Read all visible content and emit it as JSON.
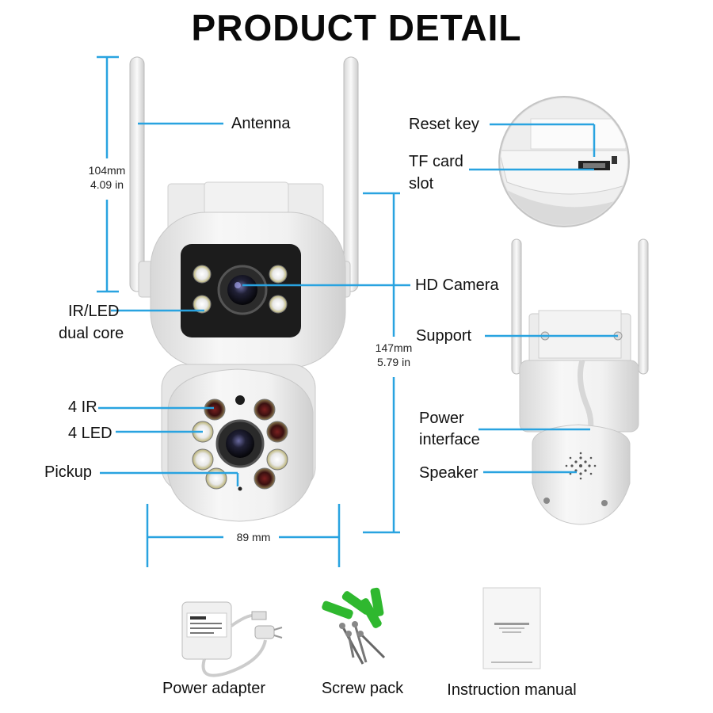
{
  "title": "PRODUCT DETAIL",
  "callouts": {
    "antenna": "Antenna",
    "ir_led_line1": "IR/LED",
    "ir_led_line2": "dual core",
    "four_ir": "4 IR",
    "four_led": "4 LED",
    "pickup": "Pickup",
    "hd_camera": "HD Camera",
    "reset_key": "Reset key",
    "tf_card_line1": "TF card",
    "tf_card_line2": "slot",
    "support": "Support",
    "power_interface_line1": "Power",
    "power_interface_line2": "interface",
    "speaker": "Speaker"
  },
  "dimensions": {
    "height_antenna_mm": "104mm",
    "height_antenna_in": "4.09 in",
    "height_body_mm": "147mm",
    "height_body_in": "5.79 in",
    "width_mm": "89 mm"
  },
  "accessories": [
    {
      "label": "Power adapter"
    },
    {
      "label": "Screw pack"
    },
    {
      "label": "Instruction manual"
    }
  ],
  "colors": {
    "callout_line": "#29a3e0",
    "body": "#eeeeee",
    "lens_panel": "#1c1c1c",
    "screw_anchor": "#2fb82f"
  }
}
